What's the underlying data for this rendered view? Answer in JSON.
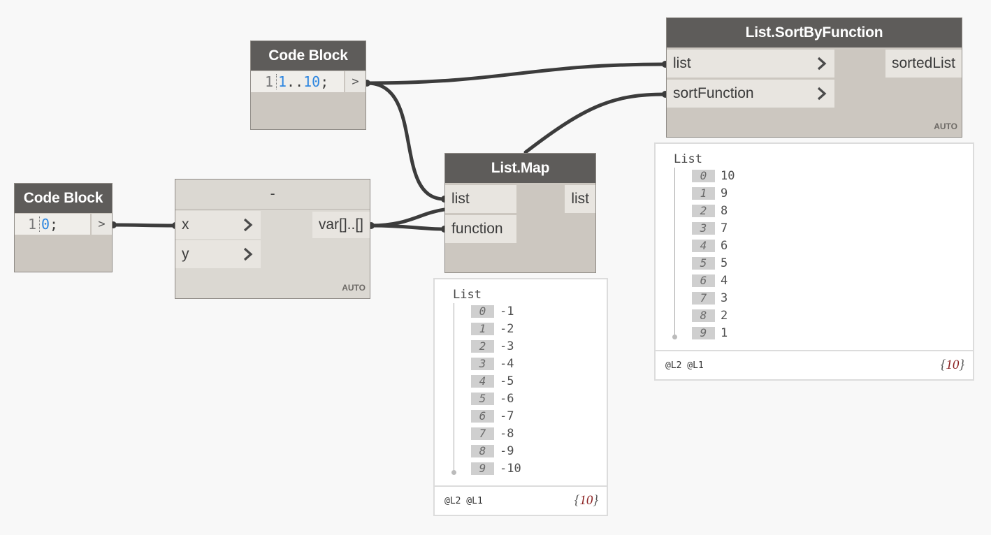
{
  "wire_color": "#3c3c3c",
  "nodes": {
    "code_block_range": {
      "title": "Code Block",
      "line_number": "1",
      "code_number_a": "1",
      "code_operator": "..",
      "code_number_b": "10",
      "code_end": ";",
      "output_symbol": ">"
    },
    "code_block_zero": {
      "title": "Code Block",
      "line_number": "1",
      "code_number": "0",
      "code_end": ";",
      "output_symbol": ">"
    },
    "subtract": {
      "title": "-",
      "input_x": "x",
      "input_y": "y",
      "output": "var[]..[]",
      "lacing": "AUTO"
    },
    "list_map": {
      "title": "List.Map",
      "input_list": "list",
      "input_function": "function",
      "output": "list"
    },
    "list_sort_by_function": {
      "title": "List.SortByFunction",
      "input_list": "list",
      "input_sort_function": "sortFunction",
      "output": "sortedList",
      "lacing": "AUTO"
    }
  },
  "previews": {
    "list_map": {
      "title": "List",
      "items": [
        {
          "index": "0",
          "value": "-1"
        },
        {
          "index": "1",
          "value": "-2"
        },
        {
          "index": "2",
          "value": "-3"
        },
        {
          "index": "3",
          "value": "-4"
        },
        {
          "index": "4",
          "value": "-5"
        },
        {
          "index": "5",
          "value": "-6"
        },
        {
          "index": "6",
          "value": "-7"
        },
        {
          "index": "7",
          "value": "-8"
        },
        {
          "index": "8",
          "value": "-9"
        },
        {
          "index": "9",
          "value": "-10"
        }
      ],
      "levels": "@L2 @L1",
      "count": "10"
    },
    "list_sort_by_function": {
      "title": "List",
      "items": [
        {
          "index": "0",
          "value": "10"
        },
        {
          "index": "1",
          "value": "9"
        },
        {
          "index": "2",
          "value": "8"
        },
        {
          "index": "3",
          "value": "7"
        },
        {
          "index": "4",
          "value": "6"
        },
        {
          "index": "5",
          "value": "5"
        },
        {
          "index": "6",
          "value": "4"
        },
        {
          "index": "7",
          "value": "3"
        },
        {
          "index": "8",
          "value": "2"
        },
        {
          "index": "9",
          "value": "1"
        }
      ],
      "levels": "@L2 @L1",
      "count": "10"
    }
  }
}
